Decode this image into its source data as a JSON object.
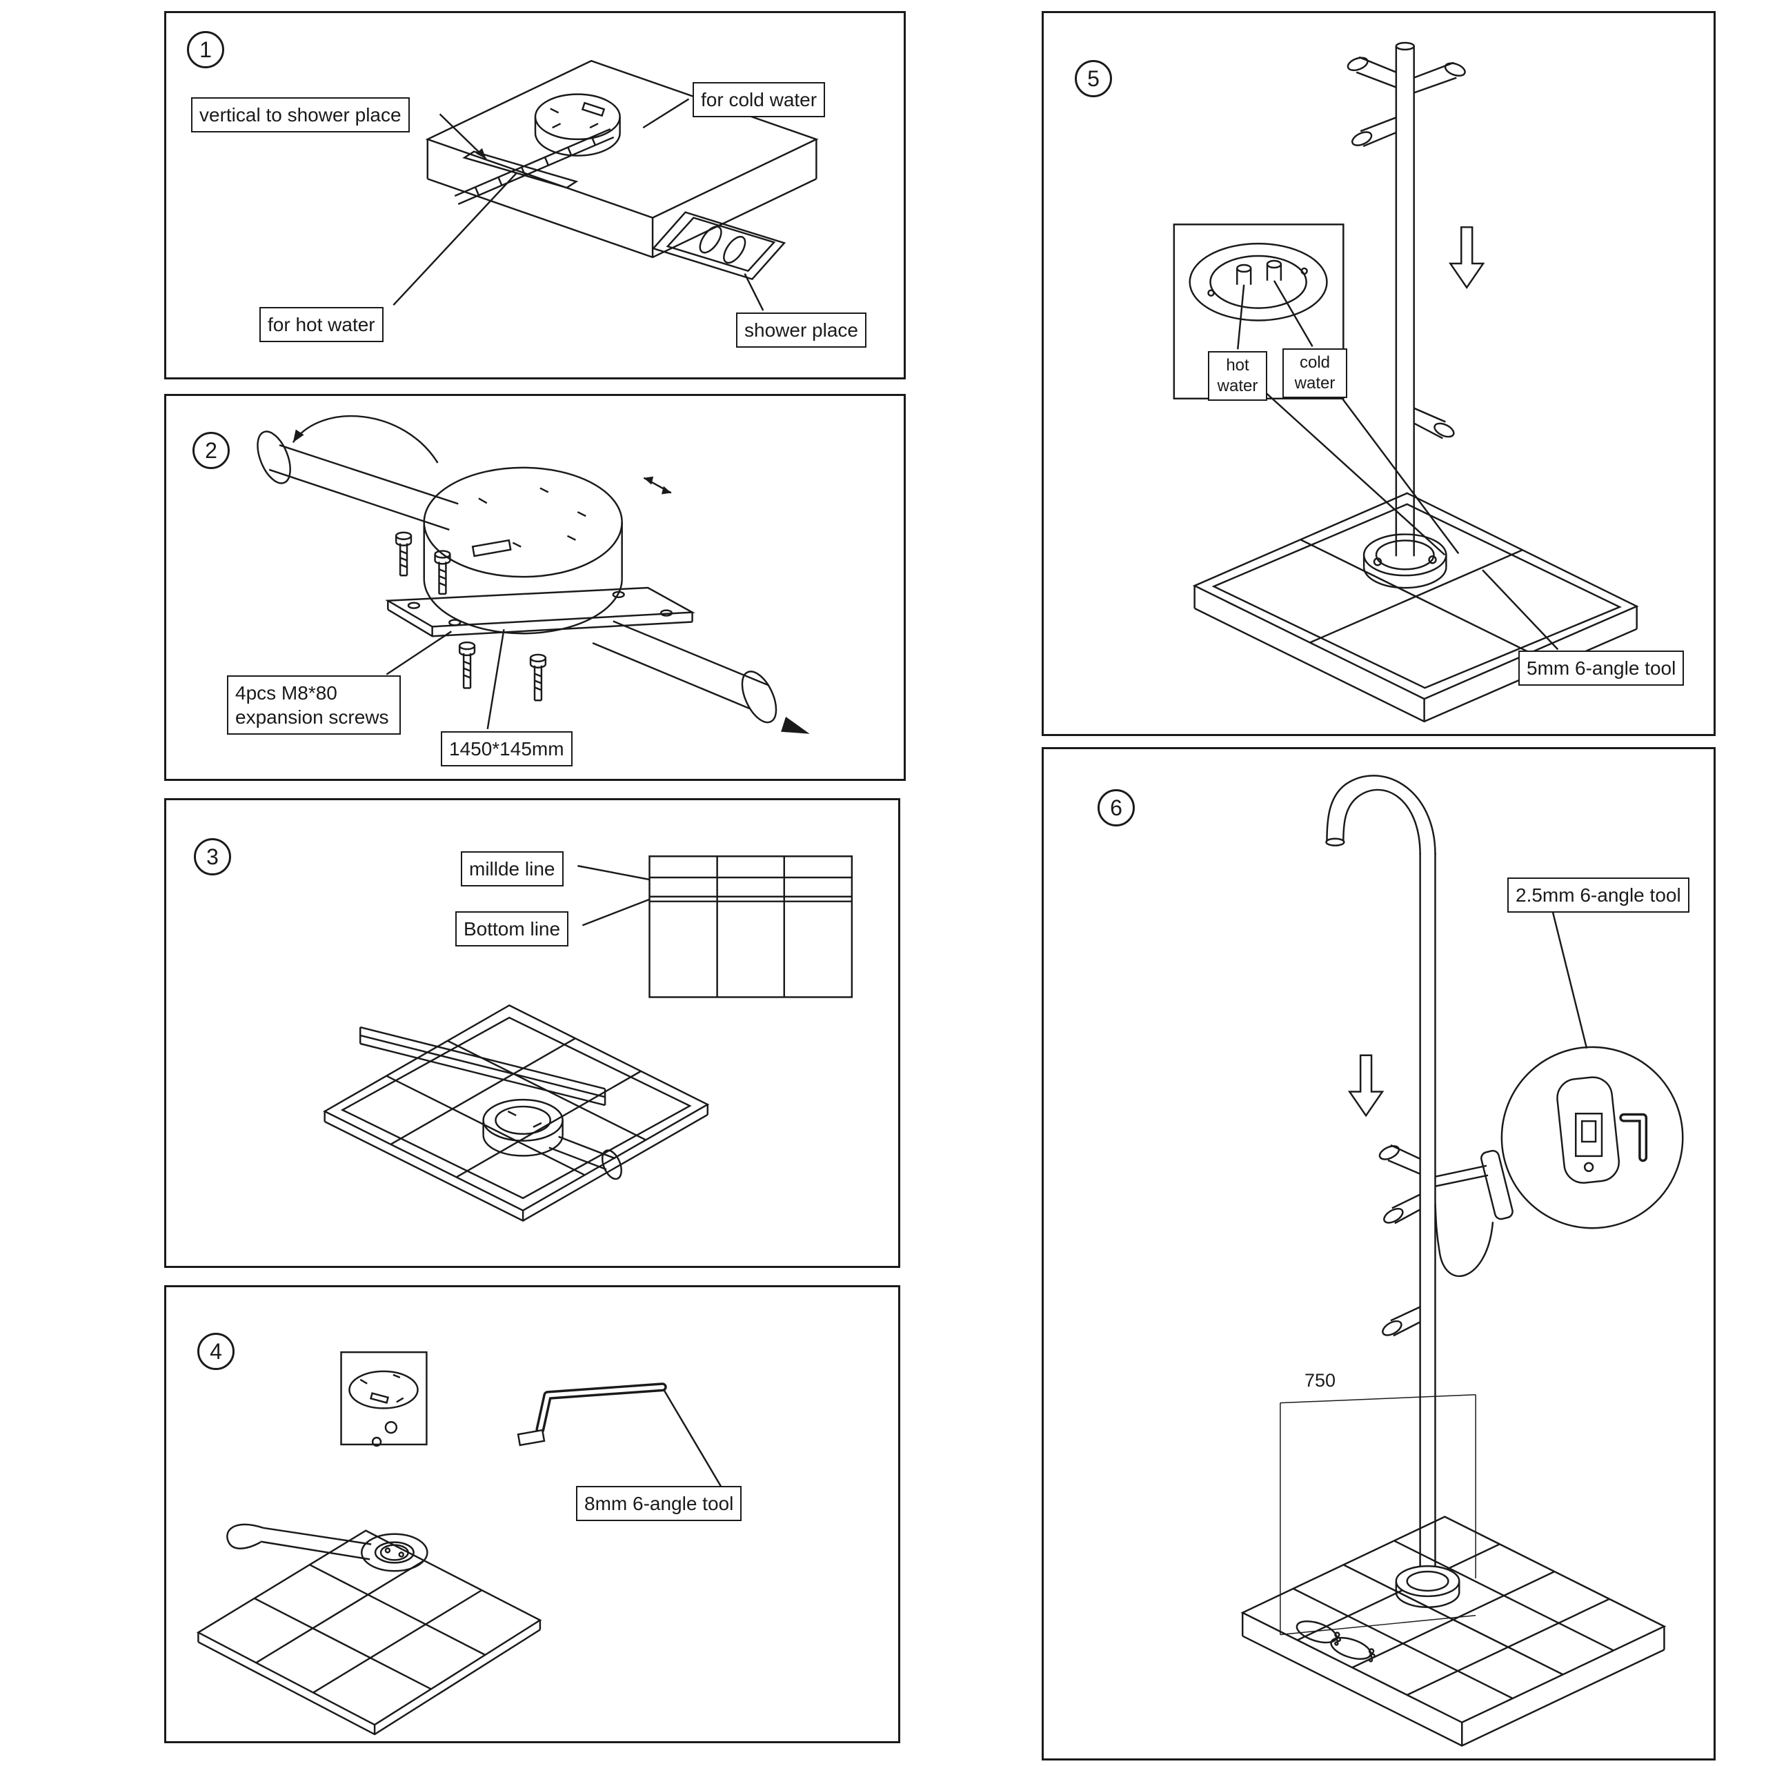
{
  "meta": {
    "ink": "#1a1a1a"
  },
  "panels": {
    "step1": {
      "number": "1",
      "callouts": {
        "vertical": "vertical to shower place",
        "cold_water": "for cold water",
        "hot_water": "for hot water",
        "shower_place": "shower place"
      }
    },
    "step2": {
      "number": "2",
      "callouts": {
        "screws": "4pcs M8*80 expansion screws",
        "plate_size": "1450*145mm"
      }
    },
    "step3": {
      "number": "3",
      "callouts": {
        "middle_line": "millde line",
        "bottom_line": "Bottom line"
      }
    },
    "step4": {
      "number": "4",
      "callouts": {
        "tool": "8mm 6-angle tool"
      }
    },
    "step5": {
      "number": "5",
      "callouts": {
        "hot_water": "hot water",
        "cold_water": "cold water",
        "tool": "5mm 6-angle tool"
      }
    },
    "step6": {
      "number": "6",
      "callouts": {
        "tool": "2.5mm 6-angle tool"
      },
      "dimension": "750"
    }
  }
}
